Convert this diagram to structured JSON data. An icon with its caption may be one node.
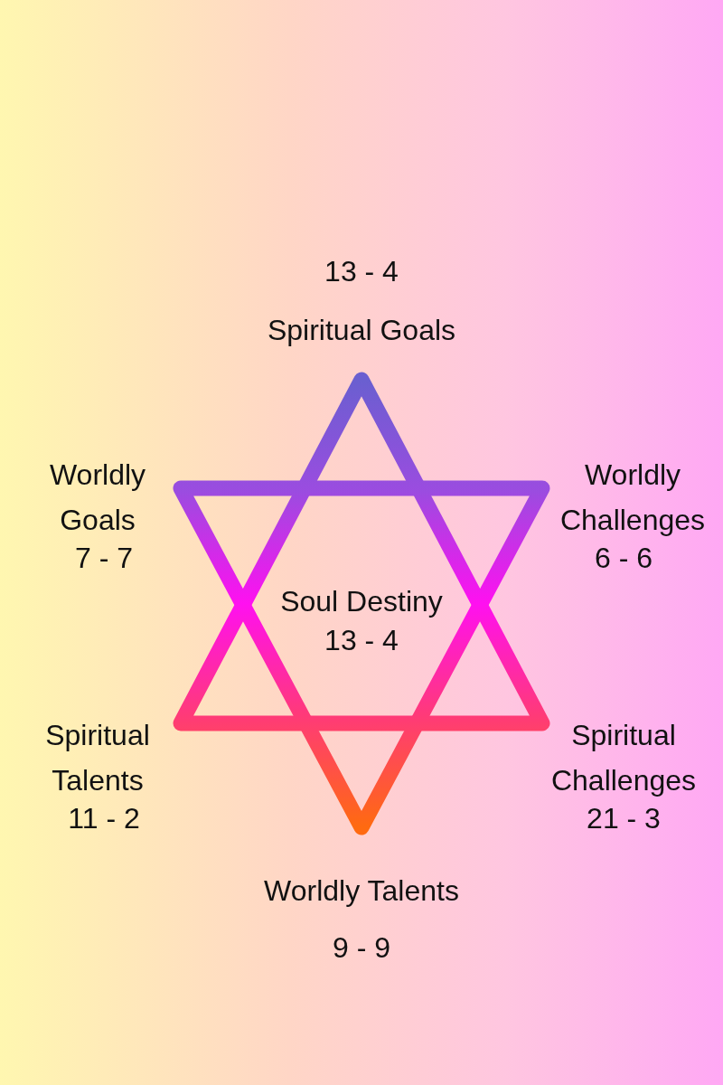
{
  "diagram": {
    "labels": [
      "13 - 4",
      "Spiritual Goals",
      "Worldly Goals",
      "7 - 7",
      "Worldly Challenges",
      "6 - 6",
      "Soul Destiny",
      "13 - 4",
      "Spiritual Talents",
      "11 - 2",
      "Spiritual Challenges",
      "21 - 3",
      "Worldly Talents",
      "9 - 9"
    ]
  }
}
